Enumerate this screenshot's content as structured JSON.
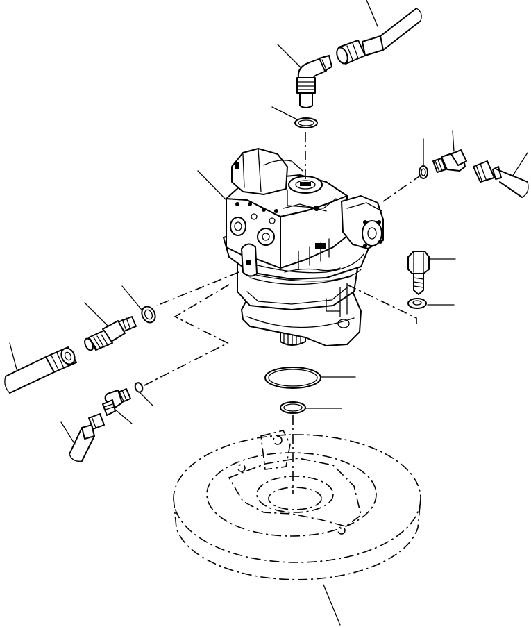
{
  "diagram": {
    "type": "exploded-parts-diagram",
    "labels": [],
    "components": [
      "pump-assembly",
      "elbow-fitting-top",
      "o-ring-top",
      "hose-top-right",
      "elbow-fitting-right",
      "o-ring-right",
      "hose-right",
      "bolt",
      "washer",
      "straight-fitting-left",
      "o-ring-left",
      "hose-left",
      "elbow-fitting-lower-left",
      "o-ring-lower-left",
      "hose-lower-left",
      "o-ring-large",
      "o-ring-small",
      "housing-flywheel"
    ]
  }
}
